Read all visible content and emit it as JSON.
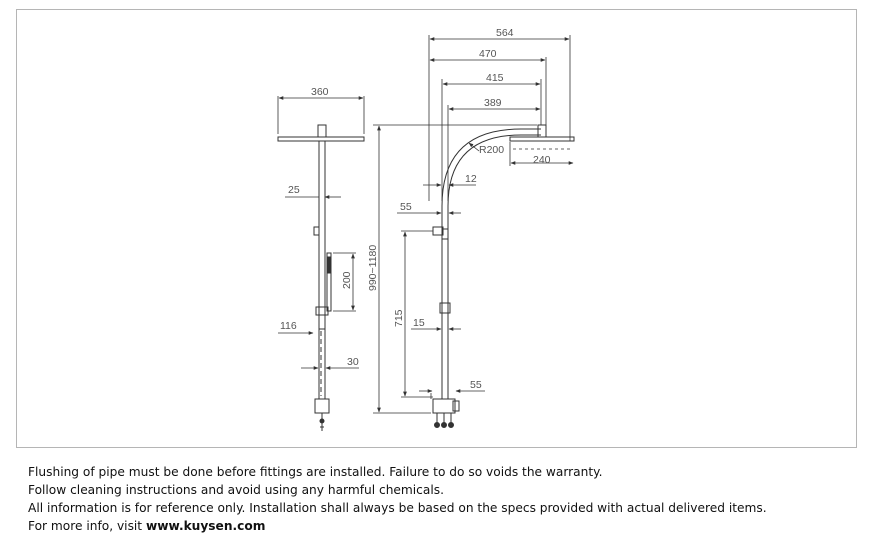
{
  "drawing": {
    "front": {
      "head_width": "360",
      "arm_offset": "25",
      "holder_height": "200",
      "slide_offset": "116",
      "bottom_pipe": "30"
    },
    "side": {
      "overall": "564",
      "arm_470": "470",
      "arm_415": "415",
      "arm_389": "389",
      "radius": "R200",
      "head_240": "240",
      "pipe_12": "12",
      "mount_55": "55",
      "height_range": "990~1180",
      "height_715": "715",
      "pipe_15": "15",
      "valve_55": "55"
    }
  },
  "notes": {
    "line1": "Flushing of pipe must be done before fittings are installed. Failure to do so voids the warranty.",
    "line2": "Follow cleaning instructions and avoid using any harmful chemicals.",
    "line3": "All information is for reference only. Installation shall always be based on the specs provided with actual delivered items.",
    "line4_prefix": "For more info, visit ",
    "line4_url": "www.kuysen.com"
  }
}
